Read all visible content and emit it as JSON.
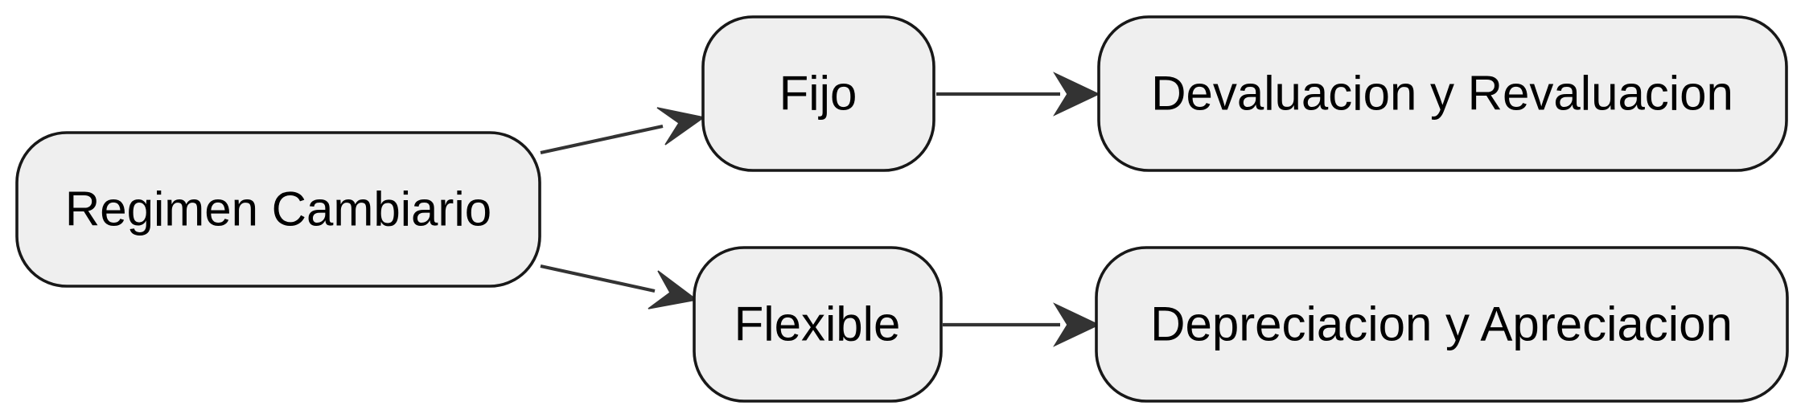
{
  "diagram": {
    "nodes": {
      "root": "Regimen Cambiario",
      "fixed": "Fijo",
      "flexible": "Flexible",
      "fixed_outcome": "Devaluacion y Revaluacion",
      "flexible_outcome": "Depreciacion y Apreciacion"
    },
    "edges": [
      {
        "from": "Regimen Cambiario",
        "to": "Fijo"
      },
      {
        "from": "Regimen Cambiario",
        "to": "Flexible"
      },
      {
        "from": "Fijo",
        "to": "Devaluacion y Revaluacion"
      },
      {
        "from": "Flexible",
        "to": "Depreciacion y Apreciacion"
      }
    ],
    "colors": {
      "node_fill": "#efefef",
      "node_border": "#181818",
      "edge": "#333333",
      "text": "#000000"
    }
  }
}
